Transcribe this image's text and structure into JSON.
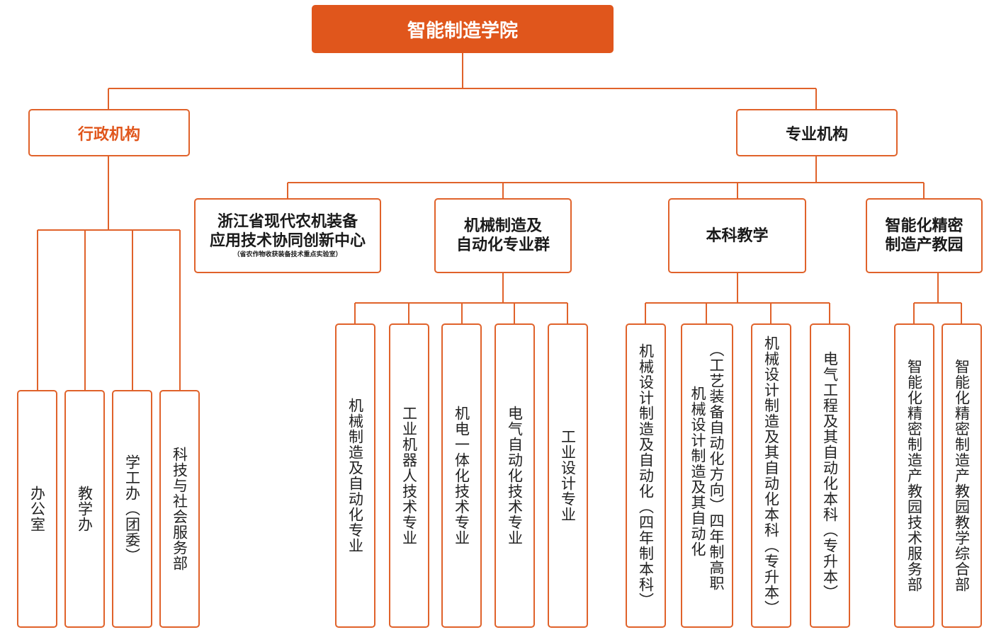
{
  "root": {
    "label": "智能制造学院"
  },
  "branches": {
    "admin": {
      "label": "行政机构",
      "items": [
        "办公室",
        "教学办",
        "学工办（团委）",
        "科技与社会服务部"
      ]
    },
    "prof": {
      "label": "专业机构",
      "groups": {
        "center": {
          "line1": "浙江省现代农机装备",
          "line2": "应用技术协同创新中心",
          "note": "（省农作物收获装备技术重点实验室）"
        },
        "mech": {
          "line1": "机械制造及",
          "line2": "自动化专业群",
          "items": [
            "机械制造及自动化专业",
            "工业机器人技术专业",
            "机电一体化技术专业",
            "电气自动化技术专业",
            "工业设计专业"
          ]
        },
        "bachelor": {
          "label": "本科教学",
          "items": {
            "b1": "机械设计制造及自动化（四年制本科）",
            "b2_col1": "（工艺装备自动化方向）四年制高职",
            "b2_col2": "机械设计制造及其自动化",
            "b3": "机械设计制造及其自动化本科（专升本）",
            "b4": "电气工程及其自动化本科（专升本）"
          }
        },
        "park": {
          "line1": "智能化精密",
          "line2": "制造产教园",
          "items": [
            "智能化精密制造产教园技术服务部",
            "智能化精密制造产教园教学综合部"
          ]
        }
      }
    }
  },
  "colors": {
    "accent": "#e0561c",
    "line": "#e0622a"
  }
}
